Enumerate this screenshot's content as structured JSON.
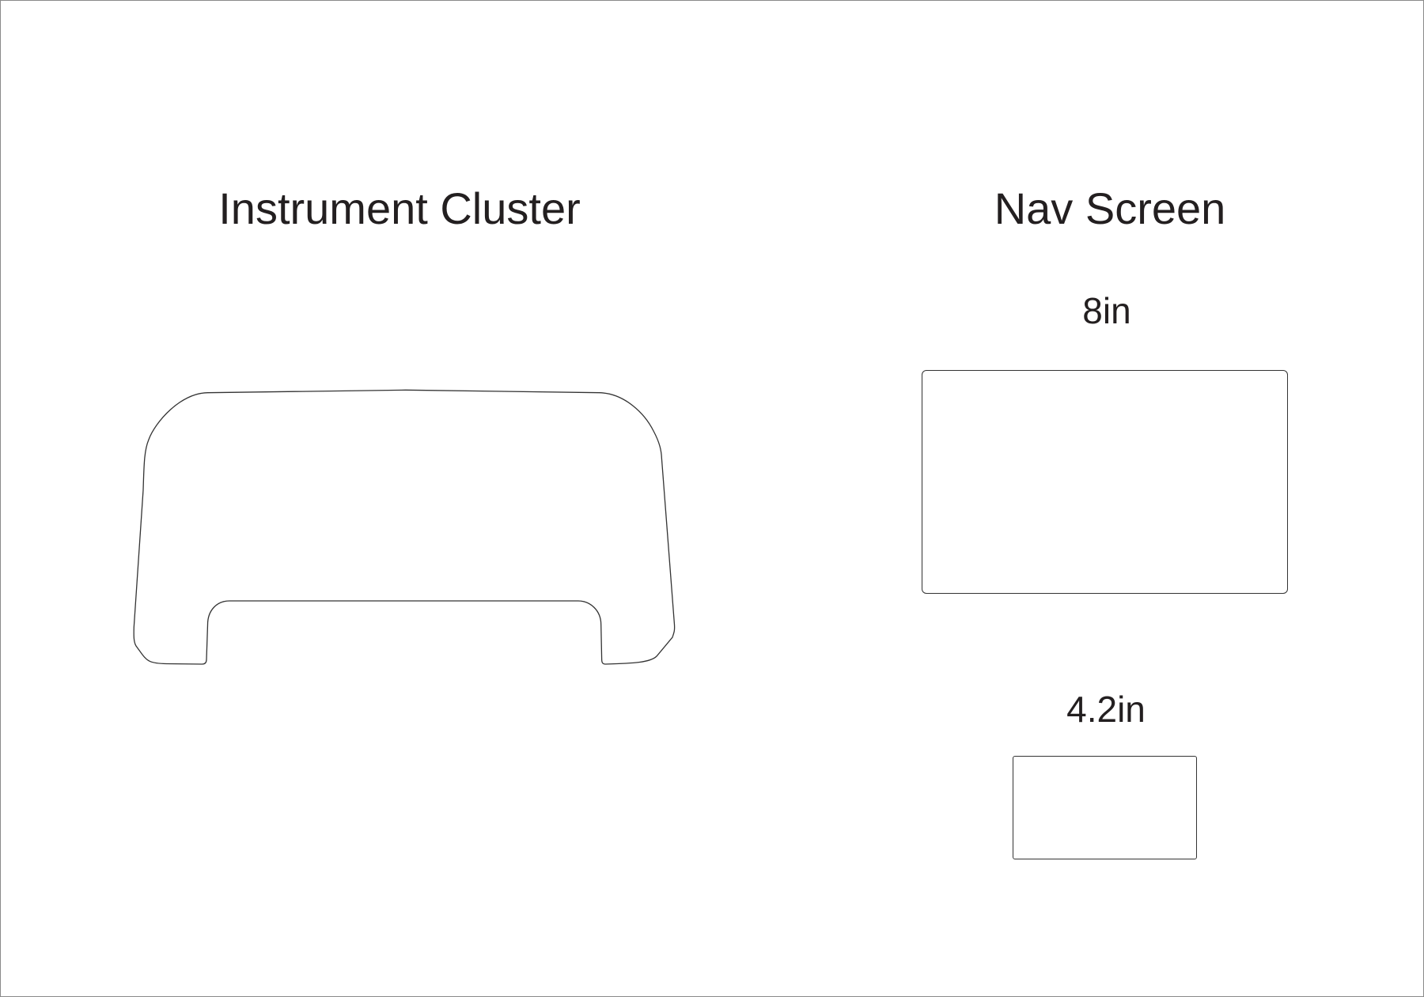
{
  "left": {
    "title": "Instrument Cluster"
  },
  "right": {
    "title": "Nav Screen",
    "screens": [
      {
        "label": "8in"
      },
      {
        "label": "4.2in"
      }
    ]
  }
}
